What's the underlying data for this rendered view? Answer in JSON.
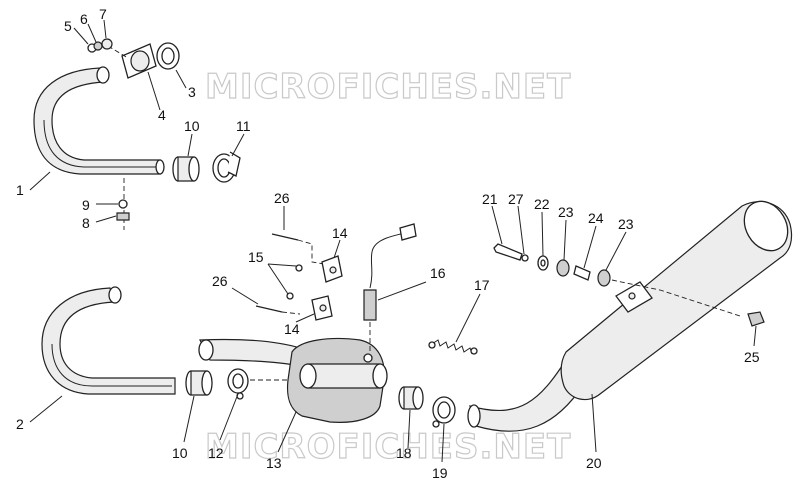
{
  "watermark": {
    "top": "MICROFICHES.NET",
    "bottom": "MICROFICHES.NET"
  },
  "callouts": {
    "c1": "1",
    "c2": "2",
    "c3": "3",
    "c4": "4",
    "c5": "5",
    "c6": "6",
    "c7": "7",
    "c8": "8",
    "c9": "9",
    "c10a": "10",
    "c10b": "10",
    "c11": "11",
    "c12": "12",
    "c13": "13",
    "c14a": "14",
    "c14b": "14",
    "c15": "15",
    "c16": "16",
    "c17": "17",
    "c18": "18",
    "c19": "19",
    "c20": "20",
    "c21": "21",
    "c22": "22",
    "c23a": "23",
    "c23b": "23",
    "c24": "24",
    "c25": "25",
    "c26a": "26",
    "c26b": "26",
    "c27": "27"
  }
}
